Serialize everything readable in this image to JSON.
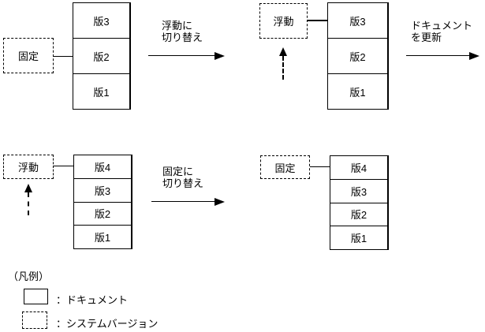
{
  "colors": {
    "line": "#000000",
    "background": "#ffffff",
    "text": "#000000"
  },
  "panels": {
    "top_left": {
      "version_label": "固定",
      "stack": [
        "版3",
        "版2",
        "版1"
      ]
    },
    "top_right": {
      "version_label": "浮動",
      "stack": [
        "版3",
        "版2",
        "版1"
      ]
    },
    "bottom_left": {
      "version_label": "浮動",
      "stack": [
        "版4",
        "版3",
        "版2",
        "版1"
      ]
    },
    "bottom_right": {
      "version_label": "固定",
      "stack": [
        "版4",
        "版3",
        "版2",
        "版1"
      ]
    }
  },
  "arrows": {
    "switch_to_floating": {
      "lines": [
        "浮動に",
        "切り替え"
      ]
    },
    "update_document": {
      "lines": [
        "ドキュメント",
        "を更新"
      ]
    },
    "switch_to_fixed": {
      "lines": [
        "固定に",
        "切り替え"
      ]
    }
  },
  "legend": {
    "title": "（凡例）",
    "document": "：ドキュメント",
    "system_version": "：システムバージョン"
  }
}
